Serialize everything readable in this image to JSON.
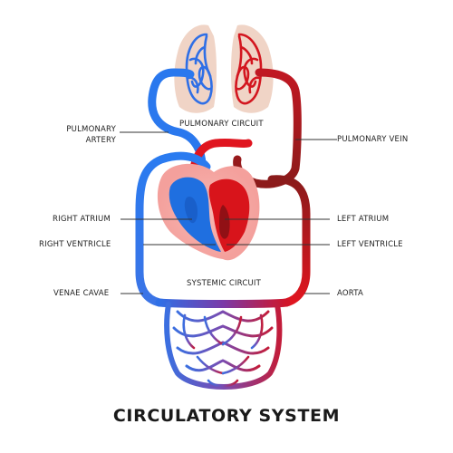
{
  "title": "CIRCULATORY SYSTEM",
  "labels": {
    "pulmonary_artery": "PULMONARY\nARTERY",
    "pulmonary_circuit": "PULMONARY CIRCUIT",
    "pulmonary_vein": "PULMONARY VEIN",
    "right_atrium": "RIGHT  ATRIUM",
    "left_atrium": "LEFT ATRIUM",
    "right_ventricle": "RIGHT VENTRICLE",
    "left_ventricle": "LEFT VENTRICLE",
    "systemic_circuit": "SYSTEMIC CIRCUIT",
    "venae_cavae": "VENAE CAVAE",
    "aorta": "AORTA"
  },
  "colors": {
    "oxygen_poor": "#1f6fe0",
    "oxygen_rich": "#d8141b",
    "lung_background": "#f0d4c6",
    "heart_glow": "#f5a9a6",
    "capillary_mix": "#6a3fa8",
    "label_text": "#222222",
    "leader_line": "#333333"
  }
}
